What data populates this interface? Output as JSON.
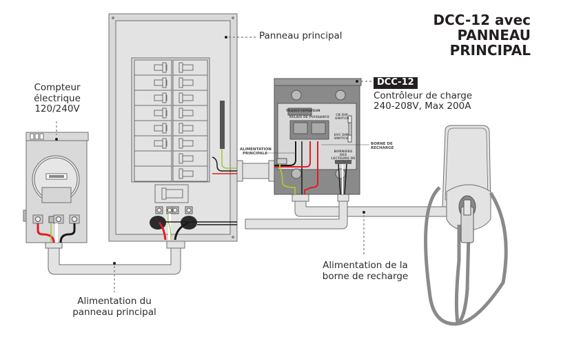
{
  "title": {
    "line1": "DCC-12 avec",
    "line2": "PANNEAU",
    "line3": "PRINCIPAL"
  },
  "callouts": {
    "main_panel": "Panneau principal",
    "meter": {
      "line1": "Compteur",
      "line2": "électrique",
      "line3": "120/240V"
    },
    "dcc12": {
      "badge": "DCC-12",
      "line1": "Contrôleur de charge",
      "line2": "240-208V, Max 200A"
    },
    "panel_feed": {
      "line1": "Alimentation du",
      "line2": "panneau principal"
    },
    "charger_feed": {
      "line1": "Alimentation de la",
      "line2": "borne de recharge"
    }
  },
  "controller_labels": {
    "transformer": "TRANSFORMATEUR",
    "power_relay": "RELAIS DE PUISSANCE",
    "cb_dip": "CB DIP SWITCH",
    "evc_dip": "EVC DIP SWITCH",
    "current_terminals": "BORNIERS DES LECTEURS DE COURANT",
    "main_supply": "ALIMENTATION PRINCIPALE",
    "charger_terminal": "BORNE DE RECHARGE"
  },
  "colors": {
    "line_hot": "#e31b23",
    "line_black": "#1a1a1a",
    "ground": "#a6c43a",
    "neutral": "#ffffff",
    "enclosure": "#d9d9d9",
    "controller": "#8a8a8a",
    "text": "#231f20"
  }
}
